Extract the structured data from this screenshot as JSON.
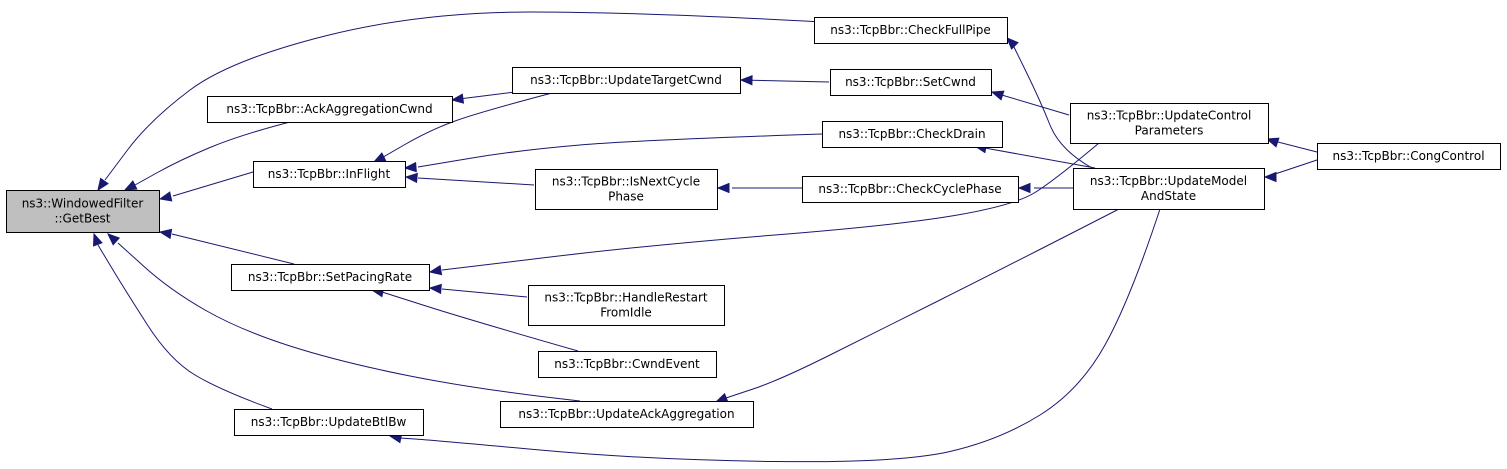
{
  "graph": {
    "nodes": {
      "getbest": {
        "lines": [
          "ns3::WindowedFilter",
          "::GetBest"
        ],
        "focus": true
      },
      "ackaggcwnd": {
        "lines": [
          "ns3::TcpBbr::AckAggregationCwnd"
        ]
      },
      "inflight": {
        "lines": [
          "ns3::TcpBbr::InFlight"
        ]
      },
      "setpacingrate": {
        "lines": [
          "ns3::TcpBbr::SetPacingRate"
        ]
      },
      "updatebtlbw": {
        "lines": [
          "ns3::TcpBbr::UpdateBtlBw"
        ]
      },
      "updatetargetcwnd": {
        "lines": [
          "ns3::TcpBbr::UpdateTargetCwnd"
        ]
      },
      "isnextcyclephase": {
        "lines": [
          "ns3::TcpBbr::IsNextCycle",
          "Phase"
        ]
      },
      "handlerestartfromidle": {
        "lines": [
          "ns3::TcpBbr::HandleRestart",
          "FromIdle"
        ]
      },
      "cwndevent": {
        "lines": [
          "ns3::TcpBbr::CwndEvent"
        ]
      },
      "updateackaggregation": {
        "lines": [
          "ns3::TcpBbr::UpdateAckAggregation"
        ]
      },
      "checkfullpipe": {
        "lines": [
          "ns3::TcpBbr::CheckFullPipe"
        ]
      },
      "setcwnd": {
        "lines": [
          "ns3::TcpBbr::SetCwnd"
        ]
      },
      "checkdrain": {
        "lines": [
          "ns3::TcpBbr::CheckDrain"
        ]
      },
      "checkcyclephase": {
        "lines": [
          "ns3::TcpBbr::CheckCyclePhase"
        ]
      },
      "updatecontrolparameters": {
        "lines": [
          "ns3::TcpBbr::UpdateControl",
          "Parameters"
        ]
      },
      "updatemodelandstate": {
        "lines": [
          "ns3::TcpBbr::UpdateModel",
          "AndState"
        ]
      },
      "congcontrol": {
        "lines": [
          "ns3::TcpBbr::CongControl"
        ]
      }
    },
    "edges": [
      {
        "from": "ackaggcwnd",
        "to": "getbest"
      },
      {
        "from": "inflight",
        "to": "getbest"
      },
      {
        "from": "setpacingrate",
        "to": "getbest"
      },
      {
        "from": "updatebtlbw",
        "to": "getbest"
      },
      {
        "from": "checkfullpipe",
        "to": "getbest"
      },
      {
        "from": "updateackaggregation",
        "to": "getbest"
      },
      {
        "from": "updatetargetcwnd",
        "to": "ackaggcwnd"
      },
      {
        "from": "updatetargetcwnd",
        "to": "inflight"
      },
      {
        "from": "checkdrain",
        "to": "inflight"
      },
      {
        "from": "isnextcyclephase",
        "to": "inflight"
      },
      {
        "from": "setcwnd",
        "to": "updatetargetcwnd"
      },
      {
        "from": "checkcyclephase",
        "to": "isnextcyclephase"
      },
      {
        "from": "handlerestartfromidle",
        "to": "setpacingrate"
      },
      {
        "from": "cwndevent",
        "to": "setpacingrate"
      },
      {
        "from": "updatecontrolparameters",
        "to": "setpacingrate"
      },
      {
        "from": "updatecontrolparameters",
        "to": "setcwnd"
      },
      {
        "from": "updatemodelandstate",
        "to": "checkfullpipe"
      },
      {
        "from": "updatemodelandstate",
        "to": "checkdrain"
      },
      {
        "from": "updatemodelandstate",
        "to": "checkcyclephase"
      },
      {
        "from": "updatemodelandstate",
        "to": "updateackaggregation"
      },
      {
        "from": "updatemodelandstate",
        "to": "updatebtlbw"
      },
      {
        "from": "congcontrol",
        "to": "updatecontrolparameters"
      },
      {
        "from": "congcontrol",
        "to": "updatemodelandstate"
      }
    ]
  }
}
